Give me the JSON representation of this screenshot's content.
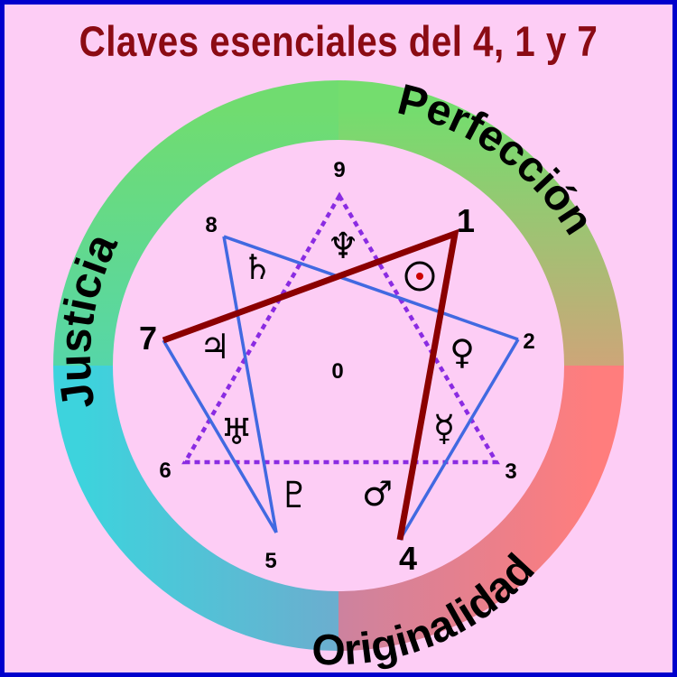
{
  "title": "Claves esenciales del 4, 1 y 7",
  "ring_labels": {
    "top_right": "Perfección",
    "left": "Justicia",
    "bottom": "Originalidad"
  },
  "points": {
    "p0": "0",
    "p1": "1",
    "p2": "2",
    "p3": "3",
    "p4": "4",
    "p5": "5",
    "p6": "6",
    "p7": "7",
    "p8": "8",
    "p9": "9"
  },
  "symbols": {
    "neptune": "♆",
    "saturn": "♄",
    "sun": "☉",
    "jupiter": "♃",
    "venus": "♀",
    "uranus": "♅",
    "mercury": "☿",
    "pluto": "♇",
    "mars": "♂"
  },
  "colors": {
    "border": "#0000cc",
    "background": "#fdcdf5",
    "title": "#8b0b14",
    "triangle_469": "#8a2be2",
    "hexad": "#4169e1",
    "path_417": "#8b0000",
    "ring_green": "#6edd6e",
    "ring_red": "#ff7b7b",
    "ring_cyan": "#3fd0e0"
  }
}
